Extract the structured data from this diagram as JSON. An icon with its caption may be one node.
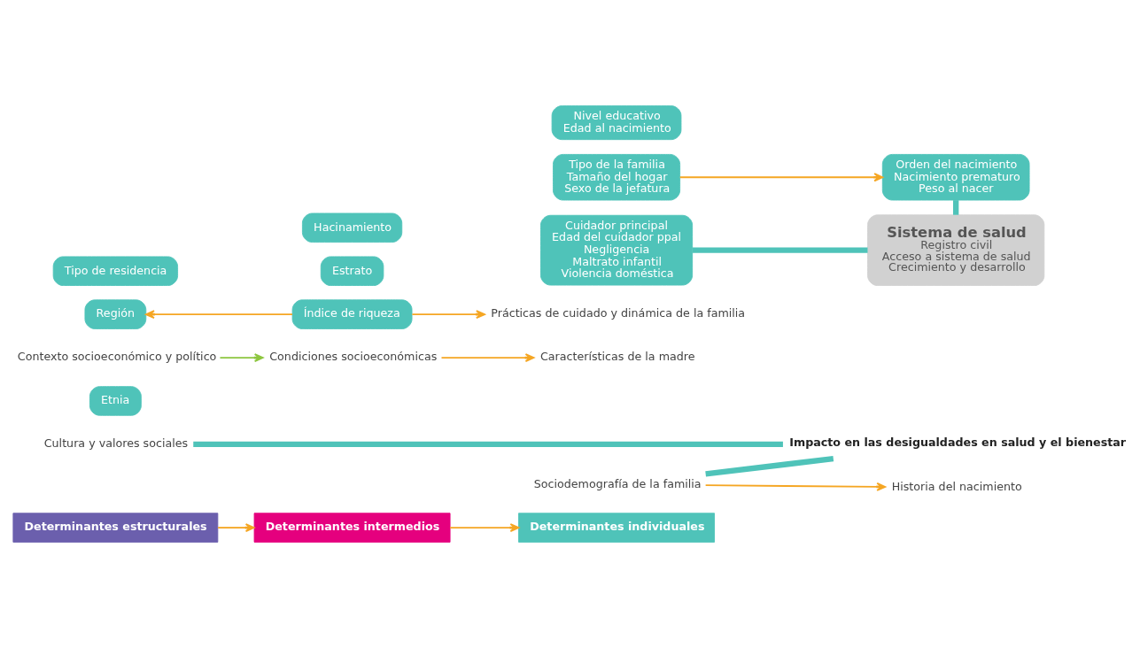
{
  "diagram": {
    "nodes": [
      {
        "text": [
          "Determinantes estructurales"
        ]
      },
      {
        "text": [
          "Determinantes intermedios"
        ]
      },
      {
        "text": [
          "Determinantes individuales"
        ]
      },
      {
        "text": [
          "Cultura y valores sociales"
        ]
      },
      {
        "text": [
          "Etnia"
        ]
      },
      {
        "text": [
          "Contexto socioeconómico y político"
        ]
      },
      {
        "text": [
          "Región"
        ]
      },
      {
        "text": [
          "Tipo de residencia"
        ]
      },
      {
        "text": [
          "Condiciones socioeconómicas"
        ]
      },
      {
        "text": [
          "Índice de riqueza"
        ]
      },
      {
        "text": [
          "Estrato"
        ]
      },
      {
        "text": [
          "Hacinamiento"
        ]
      },
      {
        "text": [
          "Sociodemografía de la familia"
        ]
      },
      {
        "text": [
          "Tipo de la familia",
          "Tamaño del hogar",
          "Sexo de la jefatura"
        ]
      },
      {
        "text": [
          "Características de la madre"
        ]
      },
      {
        "text": [
          "Nivel educativo",
          "Edad al nacimiento"
        ]
      },
      {
        "text": [
          "Prácticas de cuidado y dinámica de la familia"
        ]
      },
      {
        "text": [
          "Cuidador principal",
          "Edad del cuidador ppal",
          "Negligencia",
          "Maltrato infantil",
          "Violencia doméstica"
        ]
      },
      {
        "text": [
          "Historia del nacimiento"
        ]
      },
      {
        "text": [
          "Orden del nacimiento",
          "Nacimiento prematuro",
          "Peso al nacer"
        ]
      },
      {
        "text": [
          "Sistema de salud",
          "Registro civil",
          "Acceso a sistema de salud",
          "Crecimiento y desarrollo"
        ]
      },
      {
        "text": [
          "Impacto en las desigualdades en salud y el bienestar"
        ]
      }
    ],
    "edges": [
      {
        "from": 0,
        "to": 1,
        "arrow": "to"
      },
      {
        "from": 1,
        "to": 2,
        "arrow": "to"
      },
      {
        "from": 5,
        "to": 8,
        "arrow": "to",
        "color": "#8dc63f"
      },
      {
        "from": 9,
        "to": 6,
        "arrow": "to"
      },
      {
        "from": 8,
        "to": 14,
        "arrow": "to"
      },
      {
        "from": 9,
        "to": 16,
        "arrow": "to"
      },
      {
        "from": 12,
        "to": 18,
        "arrow": "to"
      },
      {
        "from": 13,
        "to": 19,
        "arrow": "to"
      },
      {
        "from": 3,
        "to": 21,
        "arrow": "none",
        "style": "thick",
        "color": "#4fc3b9"
      },
      {
        "from": 12,
        "to": 21,
        "arrow": "none",
        "style": "thick",
        "color": "#4fc3b9"
      },
      {
        "from": 19,
        "to": 20,
        "arrow": "none",
        "style": "thick",
        "color": "#4fc3b9"
      },
      {
        "from": 17,
        "to": 20,
        "arrow": "none",
        "style": "thick",
        "color": "#4fc3b9"
      }
    ]
  }
}
